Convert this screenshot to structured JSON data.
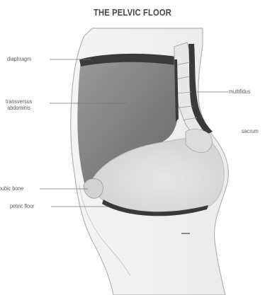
{
  "title": "THE PELVIC FLOOR",
  "labels": {
    "diaphragm": "diaphragm",
    "transversus_line1": "transversus",
    "transversus_line2": "abdominis",
    "multifidus": "multifidus",
    "sacrum": "sacrum",
    "pubic_bone": "pubic bone",
    "pelvic_floor": "pelvic floor"
  },
  "colors": {
    "body_fill": "#f2f2f2",
    "body_outline": "#b3b3b3",
    "muscle_dark": "#3a3a3a",
    "transversus_fill": "#8b8b8b",
    "pelvis_fill": "#dadada",
    "spine_fill": "#e8e8e8",
    "leader_line": "#777777"
  },
  "icons": {
    "body_silhouette": "torso-side-silhouette",
    "spine": "vertebral-column"
  }
}
